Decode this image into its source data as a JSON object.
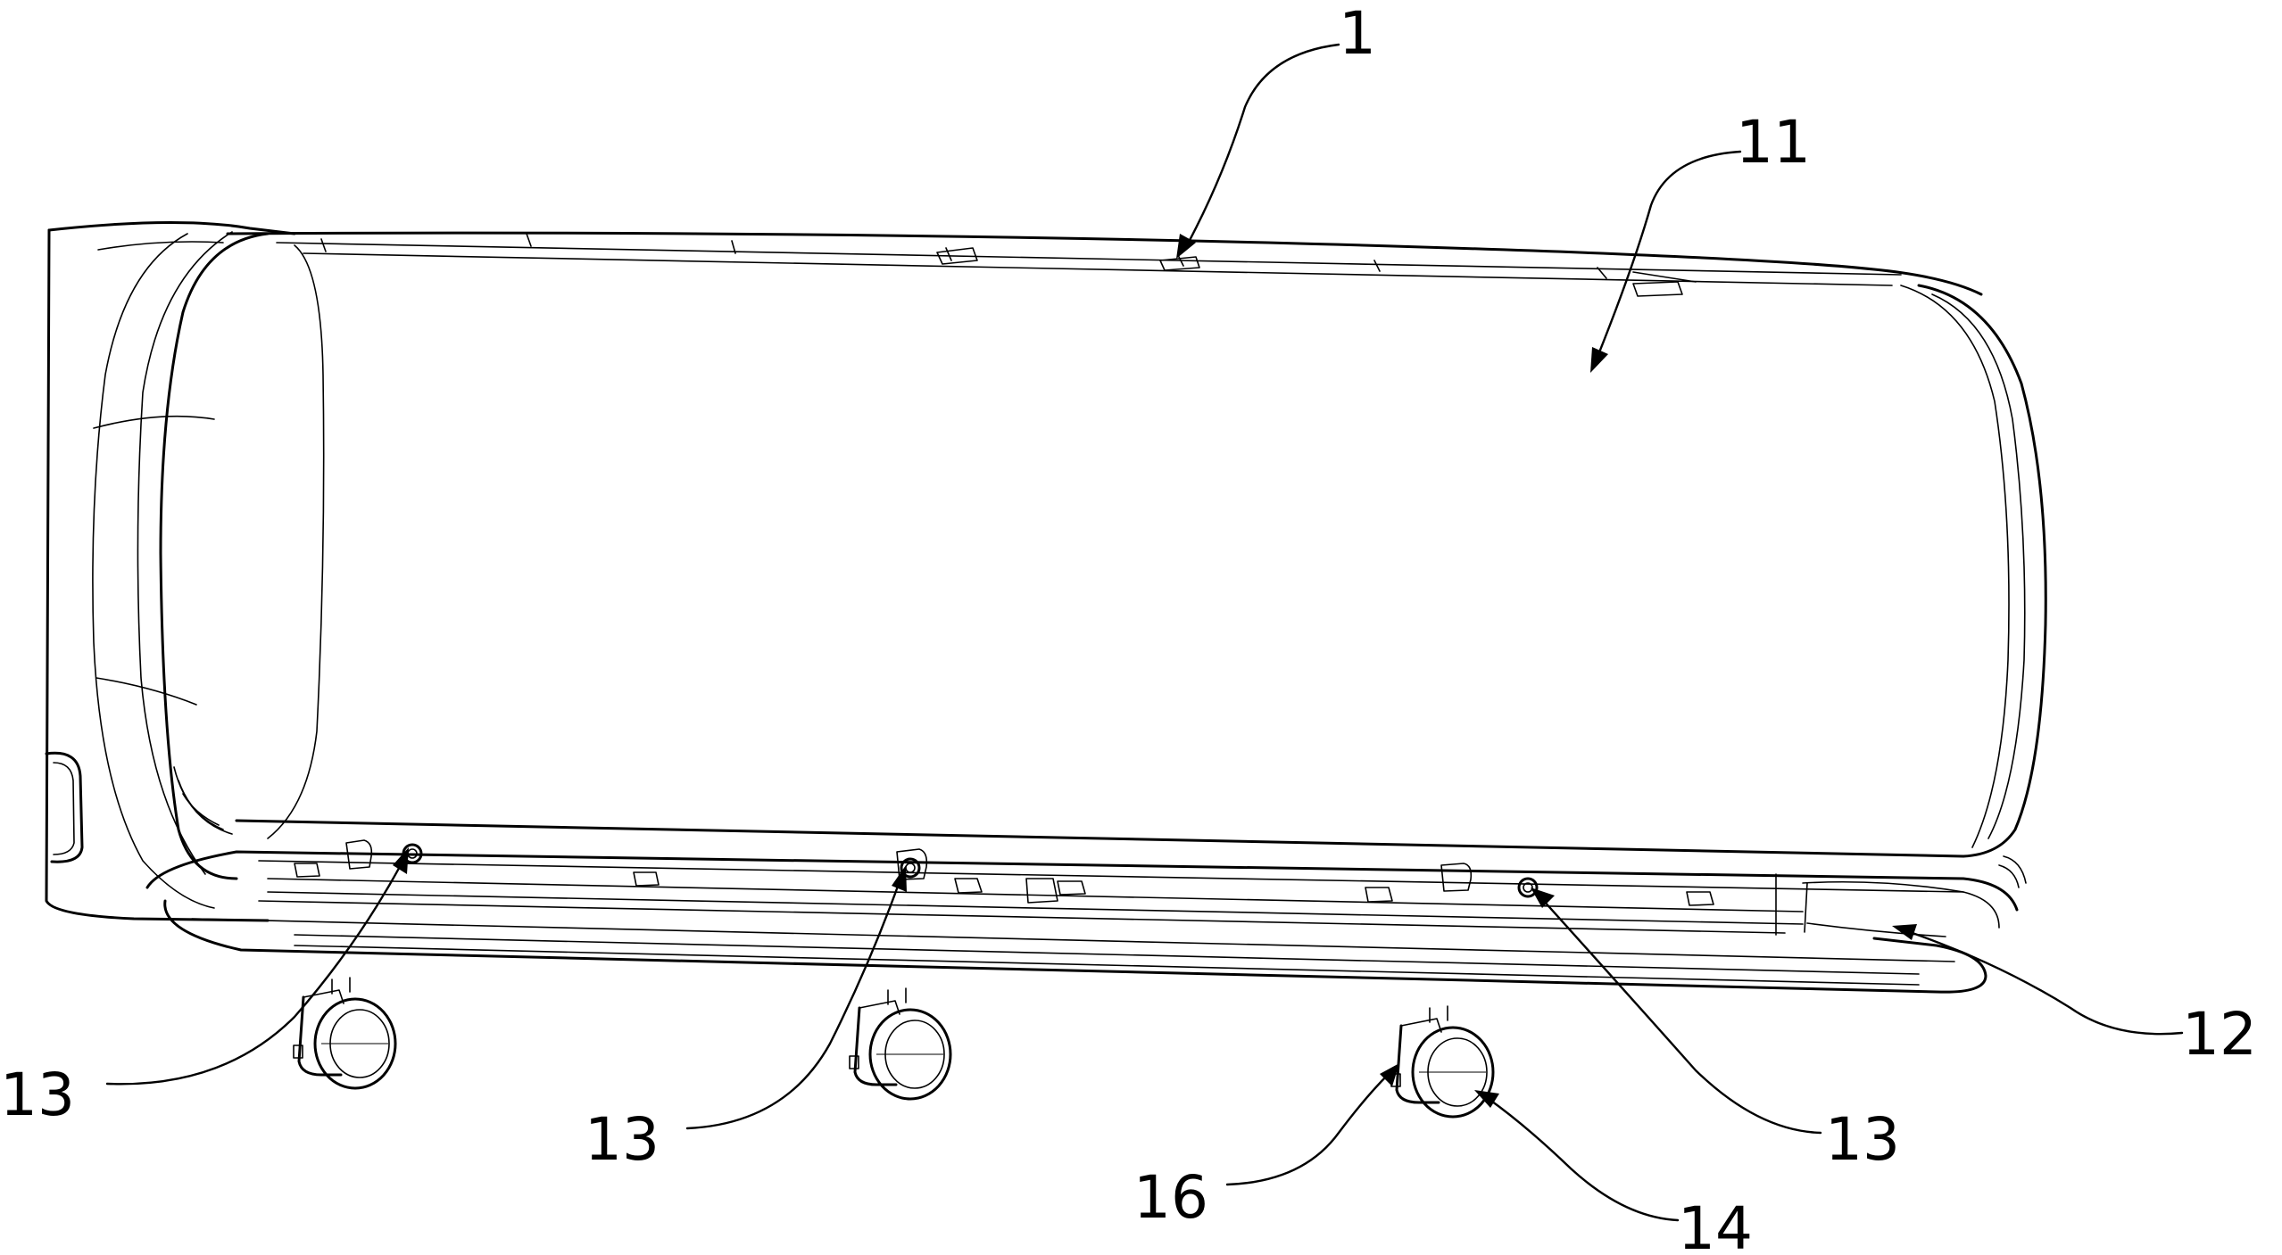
{
  "labels": {
    "l1": "1",
    "l11": "11",
    "l12": "12",
    "l13a": "13",
    "l13b": "13",
    "l13c": "13",
    "l14": "14",
    "l16": "16"
  },
  "colors": {
    "ink": "#000000",
    "paper": "#ffffff"
  }
}
